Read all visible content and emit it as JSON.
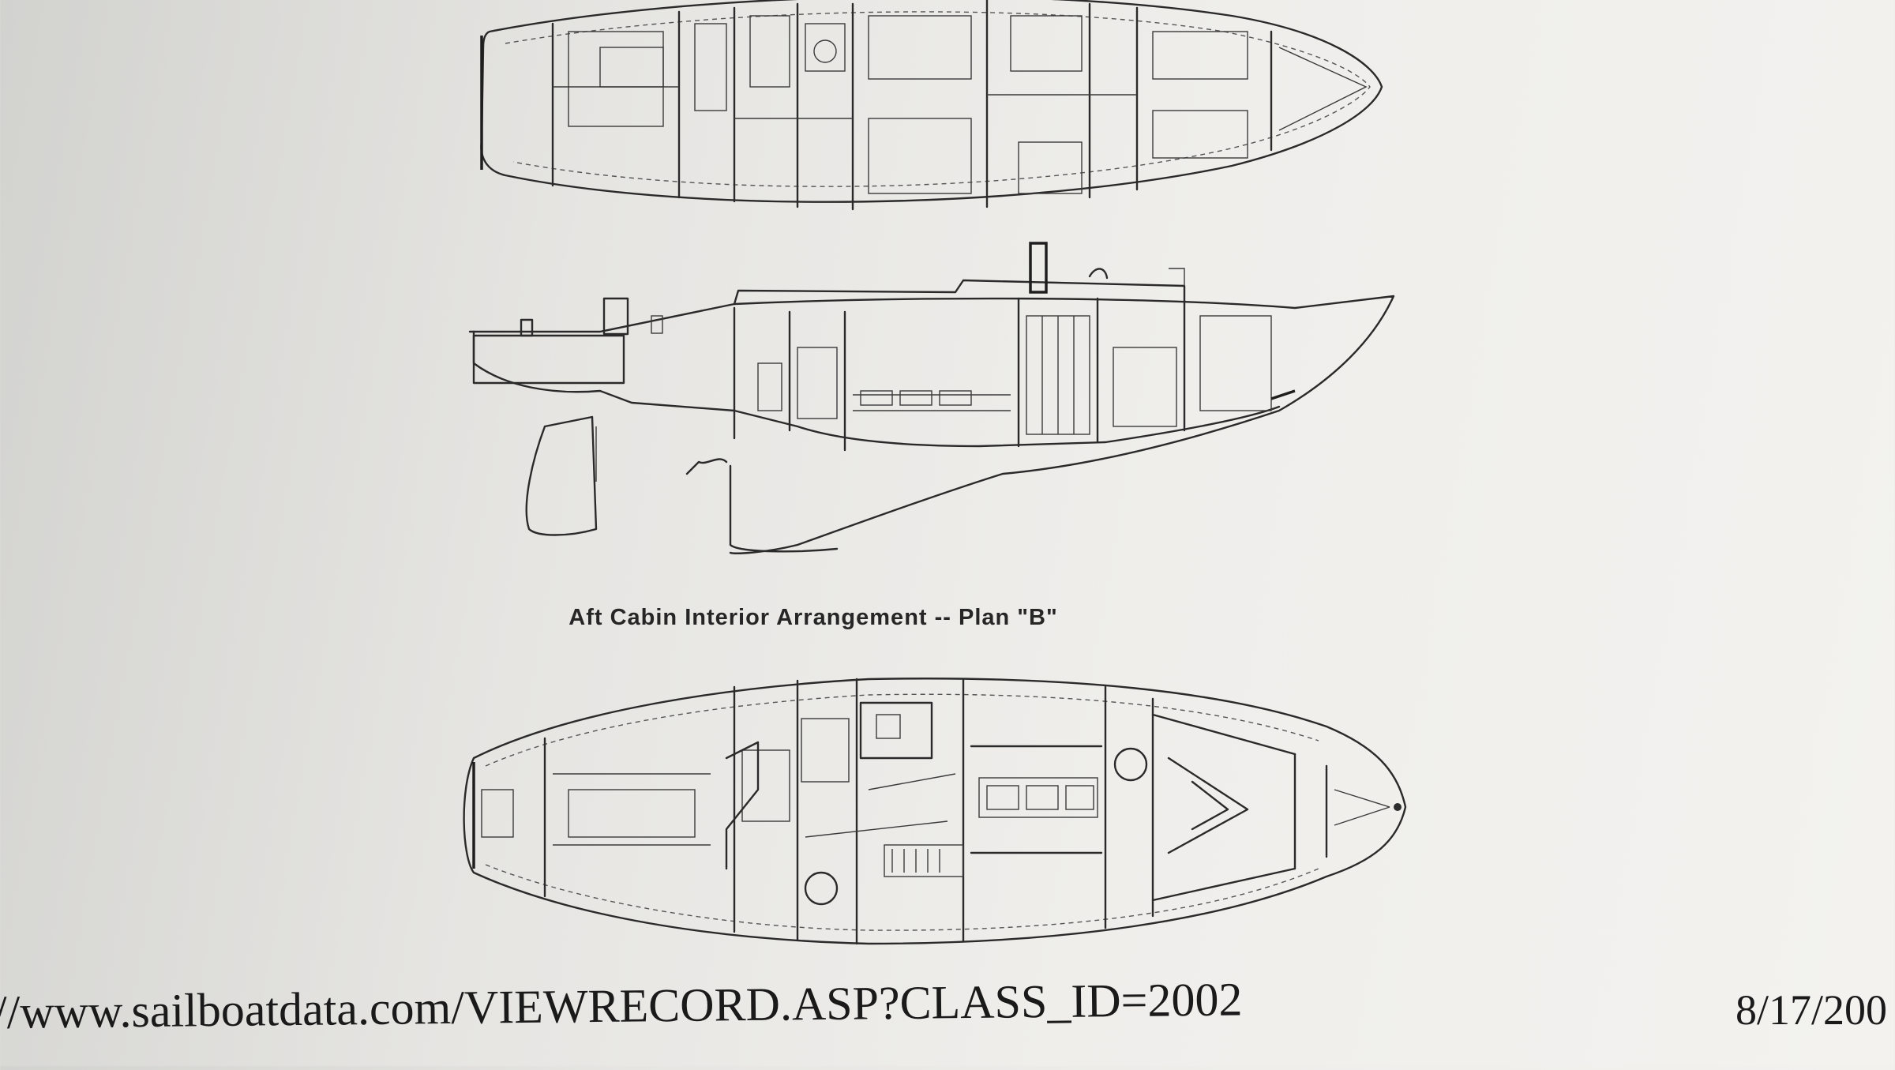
{
  "caption": "Aft Cabin Interior Arrangement -- Plan \"B\"",
  "footer": {
    "url": "//www.sailboatdata.com/VIEWRECORD.ASP?CLASS_ID=2002",
    "date": "8/17/200"
  }
}
